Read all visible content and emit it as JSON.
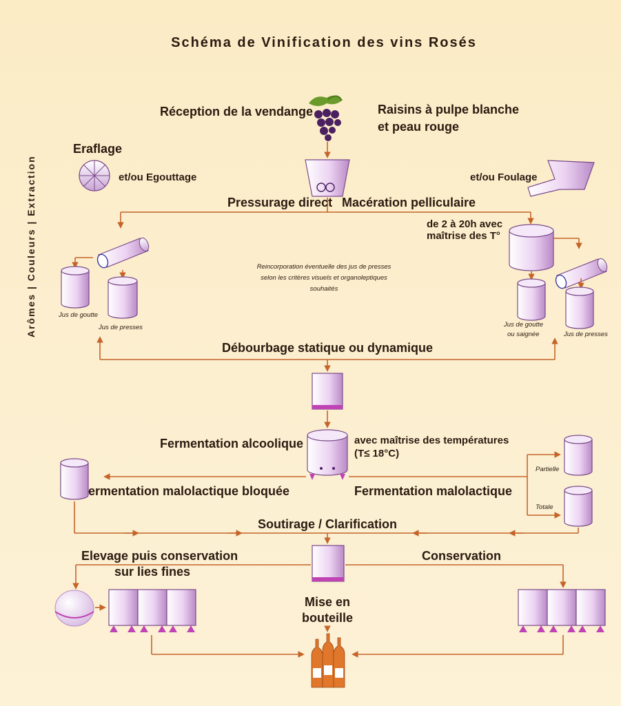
{
  "title": "Schéma de Vinification des vins Rosés",
  "side_label": "Arômes | Couleurs | Extraction",
  "labels": {
    "reception": "Réception de la vendange",
    "raisins_1": "Raisins à pulpe blanche",
    "raisins_2": "et peau rouge",
    "eraflage": "Eraflage",
    "egouttage": "et/ou Egouttage",
    "foulage": "et/ou Foulage",
    "pressurage": "Pressurage direct",
    "maceration": "Macération pelliculaire",
    "duree_1": "de 2 à 20h avec",
    "duree_2": "maîtrise des T°",
    "reinc_1": "Reincorporation éventuelle des jus de presses",
    "reinc_2": "selon les critères visuels et organoleptiques",
    "reinc_3": "souhaités",
    "jus_goutte_left": "Jus de goutte",
    "jus_presses_left": "Jus de presses",
    "jus_goutte_right_1": "Jus de goutte",
    "jus_goutte_right_2": "ou saignée",
    "jus_presses_right": "Jus de presses",
    "debourbage": "Débourbage statique ou dynamique",
    "fermentation_alc": "Fermentation alcoolique",
    "temp_1": "avec maîtrise des températures",
    "temp_2": "(T≤ 18°C)",
    "partielle": "Partielle",
    "totale": "Totale",
    "malo_bloquee": "Fermentation malolactique bloquée",
    "malo": "Fermentation malolactique",
    "soutirage": "Soutirage / Clarification",
    "elevage": "Elevage puis conservation",
    "lies": "sur lies fines",
    "conservation": "Conservation",
    "mise_1": "Mise en",
    "mise_2": "bouteille"
  },
  "colors": {
    "background": "#fbecc6",
    "arrow": "#c4642a",
    "vessel_fill": "#e8cdf0",
    "vessel_stroke": "#7a4a8a",
    "accent_pink": "#c043b5",
    "text": "#2a1a10"
  }
}
